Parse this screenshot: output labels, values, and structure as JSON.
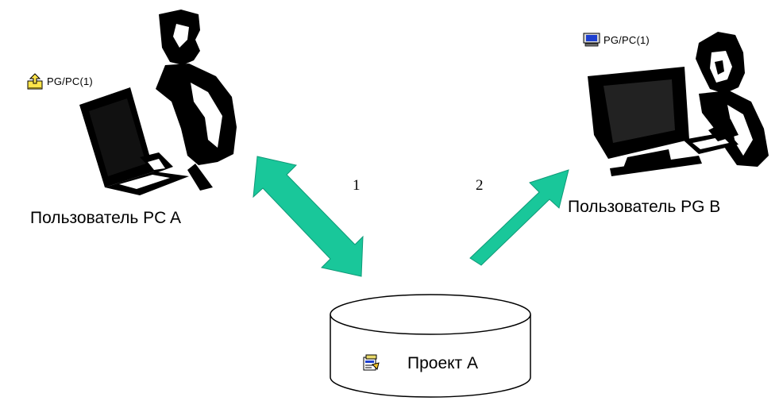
{
  "diagram": {
    "left_user": {
      "station_label": "PG/PC(1)",
      "caption": "Пользователь PC A",
      "icon": "upload-computer-icon"
    },
    "right_user": {
      "station_label": "PG/PC(1)",
      "caption": "Пользователь PG B",
      "icon": "monitor-icon"
    },
    "project": {
      "label": "Проект A",
      "icon": "project-icon"
    },
    "links": [
      {
        "label": "1",
        "type": "bidirectional"
      },
      {
        "label": "2",
        "type": "unidirectional"
      }
    ],
    "colors": {
      "arrow": "#19c79a",
      "silhouette": "#000000",
      "background": "#ffffff"
    }
  }
}
